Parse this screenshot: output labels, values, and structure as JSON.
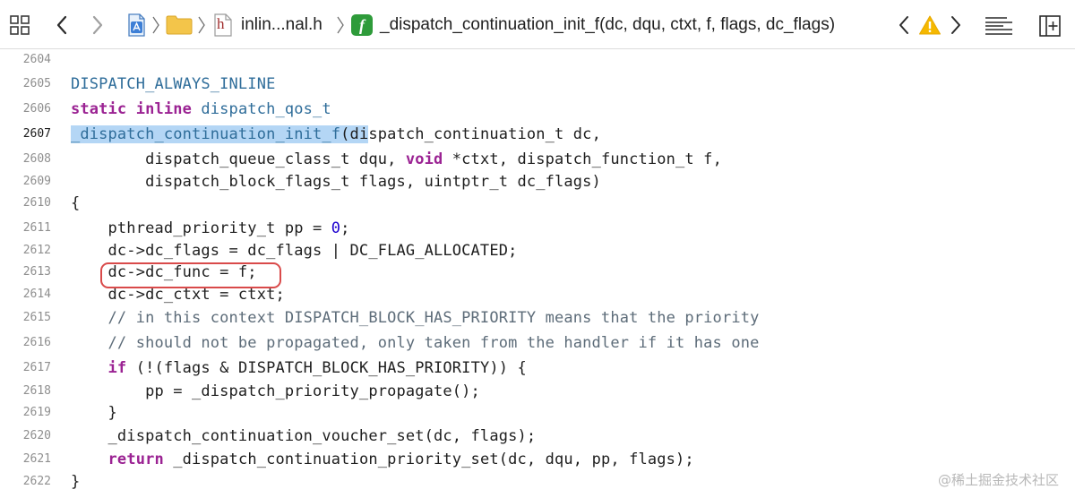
{
  "toolbar": {
    "icons": {
      "grid": "grid-icon",
      "back": "chevron-left-icon",
      "forward": "chevron-right-icon",
      "project": "xcode-project-icon",
      "folder": "folder-icon",
      "header_file": "header-file-icon",
      "function": "function-icon",
      "prev_issue": "chevron-left-icon",
      "warning": "warning-icon",
      "next_issue": "chevron-right-icon",
      "minimap": "minimap-lines-icon",
      "add_editor": "add-editor-icon"
    },
    "header_file_glyph": "h",
    "function_glyph": "f",
    "file_name": "inlin...nal.h",
    "function_name": "_dispatch_continuation_init_f(dc, dqu, ctxt, f, flags, dc_flags)",
    "colors": {
      "folder": "#f3c54a",
      "function_badge": "#2e9b3a",
      "warning": "#f5b800"
    }
  },
  "editor": {
    "current_line": "2607",
    "highlight_color": "#d94a4a",
    "lines": [
      {
        "num": "2604",
        "t": []
      },
      {
        "num": "2605",
        "t": [
          "DISPATCH_ALWAYS_INLINE"
        ]
      },
      {
        "num": "2606",
        "t": [
          "static",
          " ",
          "inline",
          " ",
          "dispatch_qos_t"
        ]
      },
      {
        "num": "2607",
        "t": [
          "_dispatch_continuation_init_f",
          "(di",
          "spatch_continuation_t dc,"
        ]
      },
      {
        "num": "2608",
        "t": [
          "        dispatch_queue_class_t dqu, ",
          "void",
          " *ctxt, dispatch_function_t f,"
        ]
      },
      {
        "num": "2609",
        "t": [
          "        dispatch_block_flags_t flags, uintptr_t dc_flags)"
        ]
      },
      {
        "num": "2610",
        "t": [
          "{"
        ]
      },
      {
        "num": "2611",
        "t": [
          "    pthread_priority_t pp = ",
          "0",
          ";"
        ]
      },
      {
        "num": "2612",
        "t": [
          "    dc->dc_flags = dc_flags | DC_FLAG_ALLOCATED;"
        ]
      },
      {
        "num": "2613",
        "t": [
          "    dc->dc_func = f;"
        ]
      },
      {
        "num": "2614",
        "t": [
          "    dc->dc_ctxt = ctxt;"
        ]
      },
      {
        "num": "2615",
        "t": [
          "    // in this context DISPATCH_BLOCK_HAS_PRIORITY means that the priority"
        ]
      },
      {
        "num": "2616",
        "t": [
          "    // should not be propagated, only taken from the handler if it has one"
        ]
      },
      {
        "num": "2617",
        "t": [
          "    ",
          "if",
          " (!(flags & DISPATCH_BLOCK_HAS_PRIORITY)) {"
        ]
      },
      {
        "num": "2618",
        "t": [
          "        pp = _dispatch_priority_propagate();"
        ]
      },
      {
        "num": "2619",
        "t": [
          "    }"
        ]
      },
      {
        "num": "2620",
        "t": [
          "    _dispatch_continuation_voucher_set(dc, flags);"
        ]
      },
      {
        "num": "2621",
        "t": [
          "    ",
          "return",
          " _dispatch_continuation_priority_set(dc, dqu, pp, flags);"
        ]
      },
      {
        "num": "2622",
        "t": [
          "}"
        ]
      }
    ]
  },
  "watermark": "@稀土掘金技术社区"
}
